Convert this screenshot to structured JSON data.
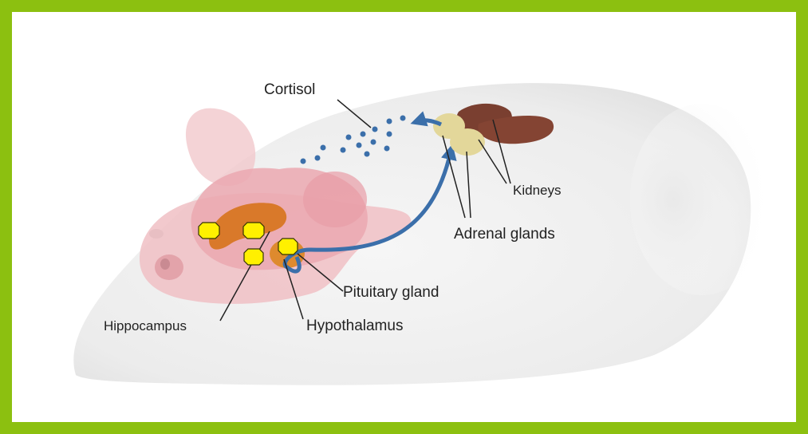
{
  "colors": {
    "frame": "#8cc010",
    "body": "#efefef",
    "brain": "#efb3b8",
    "hippocampus": "#d9792a",
    "hypothalamus": "#de8a2e",
    "arrow": "#3b6faa",
    "kidney": "#7a3f30",
    "adrenal": "#e3d79a",
    "hotspot": "#fff000"
  },
  "labels": {
    "cortisol": "Cortisol",
    "kidneys": "Kidneys",
    "adrenal_glands": "Adrenal glands",
    "pituitary_gland": "Pituitary gland",
    "hippocampus": "Hippocampus",
    "hypothalamus": "Hypothalamus"
  },
  "hotspot_count": 4
}
